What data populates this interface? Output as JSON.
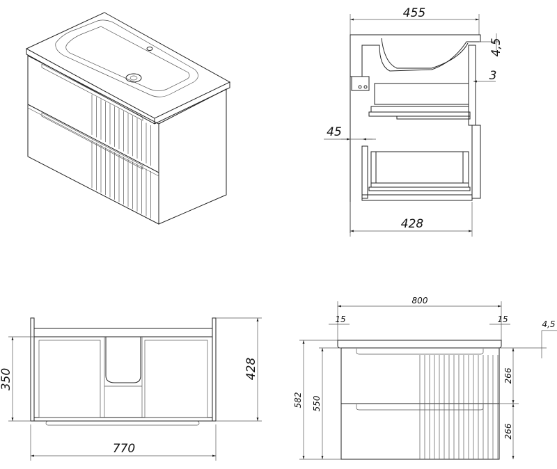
{
  "drawing": {
    "side_view": {
      "top_depth": "455",
      "bottom_depth": "428",
      "back_offset": "45",
      "top_thickness": "4,5",
      "gap": "3"
    },
    "rear_view": {
      "width": "770",
      "inner_height": "350",
      "height": "428"
    },
    "front_view": {
      "top_width": "800",
      "left_overhang": "15",
      "right_overhang": "15",
      "top_thickness": "4,5",
      "total_height": "582",
      "cabinet_height": "550",
      "upper_drawer_height": "266",
      "lower_drawer_height": "266"
    }
  },
  "colors": {
    "line": "#222222",
    "background": "#ffffff"
  }
}
